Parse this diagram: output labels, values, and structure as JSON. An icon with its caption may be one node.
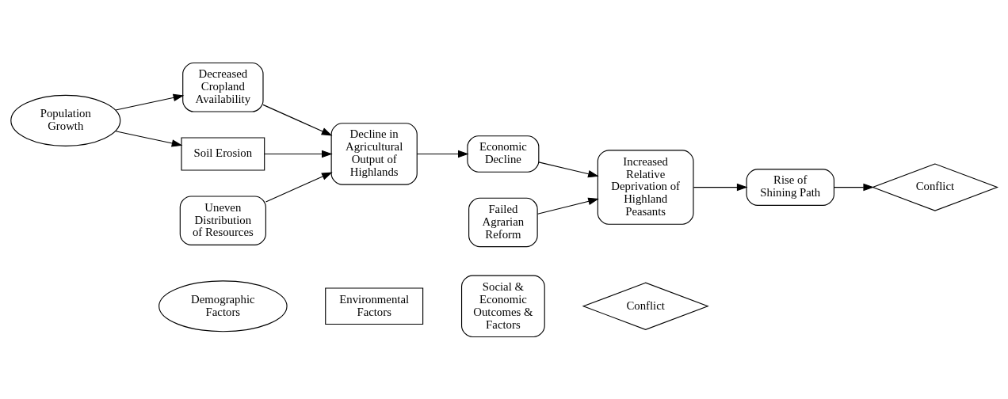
{
  "diagram": {
    "nodes": [
      {
        "text": [
          "Population Growth"
        ]
      },
      {
        "text": [
          "Uneven Distribution of Resources"
        ]
      },
      {
        "text": [
          "Decreased Cropland Availability"
        ]
      },
      {
        "text": [
          "Soil Erosion"
        ]
      },
      {
        "text": [
          "Decline in Agricultural Output of Highlands"
        ]
      },
      {
        "text": [
          "Economic Decline"
        ]
      },
      {
        "text": [
          "Increased Relative Deprivation of Highland Peasants"
        ]
      },
      {
        "text": [
          "Failed Agrarian Reform"
        ]
      },
      {
        "text": [
          "Rise of Shining Path"
        ]
      },
      {
        "text": [
          "Conflict"
        ]
      },
      {
        "text": [
          "Demographic Factors"
        ]
      },
      {
        "text": [
          "Environmental Factors"
        ]
      },
      {
        "text": [
          "Social & Economic Outcomes & Factors"
        ]
      },
      {
        "text": [
          "Conflict"
        ]
      }
    ],
    "edges": [
      {
        "from": 0,
        "to": 2,
        "arrow": "to"
      },
      {
        "from": 0,
        "to": 3,
        "arrow": "to"
      },
      {
        "from": 1,
        "to": 4,
        "arrow": "to"
      },
      {
        "from": 2,
        "to": 4,
        "arrow": "to"
      },
      {
        "from": 3,
        "to": 4,
        "arrow": "to"
      },
      {
        "from": 4,
        "to": 5,
        "arrow": "to"
      },
      {
        "from": 5,
        "to": 6,
        "arrow": "to"
      },
      {
        "from": 7,
        "to": 6,
        "arrow": "to"
      },
      {
        "from": 6,
        "to": 8,
        "arrow": "to"
      },
      {
        "from": 8,
        "to": 9,
        "arrow": "to"
      }
    ]
  }
}
